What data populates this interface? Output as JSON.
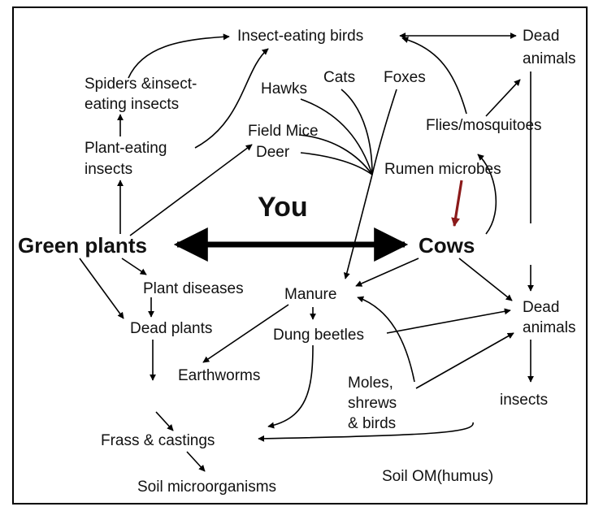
{
  "diagram": {
    "center_label": "You",
    "nodes": {
      "insect_eating_birds": "Insect-eating birds",
      "dead_animals_top_1": "Dead",
      "dead_animals_top_2": "animals",
      "spiders_1": "Spiders &insect-",
      "spiders_2": "eating insects",
      "hawks": "Hawks",
      "cats": "Cats",
      "foxes": "Foxes",
      "flies": "Flies/mosquitoes",
      "plant_eating_1": "Plant-eating",
      "plant_eating_2": "insects",
      "field_mice": "Field Mice",
      "deer": "Deer",
      "rumen": "Rumen microbes",
      "green_plants": "Green plants",
      "cows": "Cows",
      "plant_diseases": "Plant diseases",
      "manure": "Manure",
      "dead_animals_mid_1": "Dead",
      "dead_animals_mid_2": "animals",
      "dead_plants": "Dead plants",
      "dung_beetles": "Dung beetles",
      "earthworms": "Earthworms",
      "moles_1": "Moles,",
      "moles_2": "shrews",
      "moles_3": "& birds",
      "insects": "insects",
      "frass": "Frass & castings",
      "soil_micro": "Soil microorganisms",
      "soil_om": "Soil OM(humus)"
    },
    "edges": [
      {
        "from": "green_plants",
        "to": "plant_eating_insects"
      },
      {
        "from": "plant_eating_insects",
        "to": "spiders_insect_eating_insects"
      },
      {
        "from": "spiders_insect_eating_insects",
        "to": "insect_eating_birds"
      },
      {
        "from": "plant_eating_insects",
        "to": "insect_eating_birds"
      },
      {
        "from": "green_plants",
        "to": "field_mice_deer"
      },
      {
        "from": "green_plants",
        "to": "cows",
        "style": "bidirectional-thick"
      },
      {
        "from": "green_plants",
        "to": "plant_diseases"
      },
      {
        "from": "green_plants",
        "to": "dead_plants"
      },
      {
        "from": "plant_diseases",
        "to": "dead_plants"
      },
      {
        "from": "dead_plants",
        "to": "frass_castings"
      },
      {
        "from": "frass_castings",
        "to": "soil_microorganisms"
      },
      {
        "from": "hawks_cats_foxes",
        "to": "manure"
      },
      {
        "from": "cows",
        "to": "manure"
      },
      {
        "from": "cows",
        "to": "dead_animals_mid"
      },
      {
        "from": "cows",
        "to": "rumen_microbes"
      },
      {
        "from": "rumen_microbes",
        "to": "cows",
        "color": "#8b1a1a"
      },
      {
        "from": "flies_mosquitoes",
        "to": "dead_animals_top"
      },
      {
        "from": "flies_mosquitoes",
        "to": "insect_eating_birds"
      },
      {
        "from": "insect_eating_birds",
        "to": "dead_animals_top",
        "style": "bidirectional"
      },
      {
        "from": "dead_animals_top",
        "to": "dead_animals_mid"
      },
      {
        "from": "manure",
        "to": "dung_beetles"
      },
      {
        "from": "manure",
        "to": "earthworms"
      },
      {
        "from": "dung_beetles",
        "to": "dead_animals_mid"
      },
      {
        "from": "dung_beetles",
        "to": "frass_castings"
      },
      {
        "from": "moles_shrews_birds",
        "to": "manure"
      },
      {
        "from": "moles_shrews_birds",
        "to": "dead_animals_mid"
      },
      {
        "from": "dead_animals_mid",
        "to": "insects"
      },
      {
        "from": "insects",
        "to": "frass_castings"
      }
    ],
    "colors": {
      "line": "#000000",
      "highlight_arrow": "#8b1a1a",
      "background": "#ffffff"
    }
  }
}
